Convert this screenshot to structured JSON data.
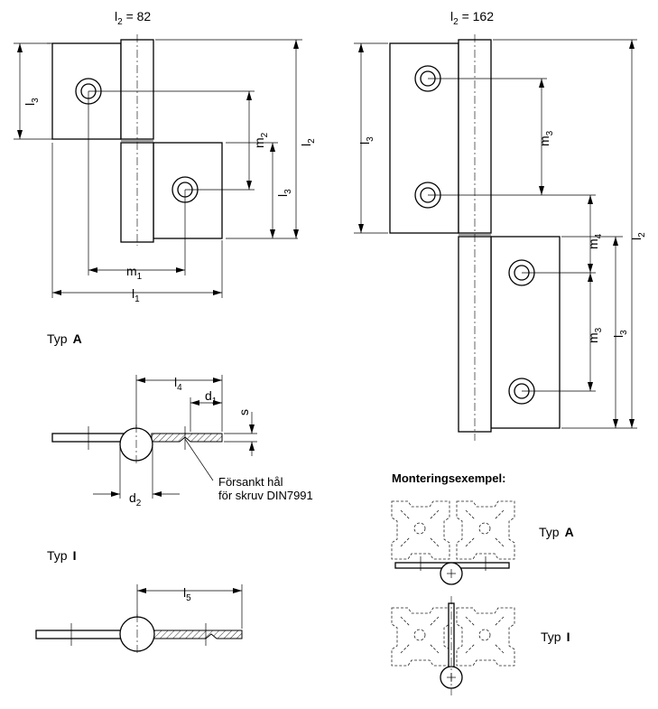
{
  "drawing": {
    "colors": {
      "line": "#000000",
      "background": "#ffffff"
    },
    "typeA_view": {
      "l2_label": "l",
      "l2_sub": "2",
      "l2_value": " = 82",
      "l3_label": "l",
      "l3_sub": "3",
      "m2_label": "m",
      "m2_sub": "2",
      "m1_label": "m",
      "m1_sub": "1",
      "l1_label": "l",
      "l1_sub": "1",
      "caption_prefix": "Typ",
      "caption_type": "A"
    },
    "typeI_view": {
      "l2_label": "l",
      "l2_sub": "2",
      "l2_value": " = 162",
      "l3_label": "l",
      "l3_sub": "3",
      "m3_label": "m",
      "m3_sub": "3",
      "m4_label": "m",
      "m4_sub": "4"
    },
    "section_A": {
      "l4_label": "l",
      "l4_sub": "4",
      "d1_label": "d",
      "d1_sub": "1",
      "s_label": "s",
      "d2_label": "d",
      "d2_sub": "2",
      "note_line1": "Försankt hål",
      "note_line2": "för skruv DIN7991"
    },
    "section_I": {
      "caption_prefix": "Typ",
      "caption_type": "I",
      "l5_label": "l",
      "l5_sub": "5"
    },
    "mounting": {
      "title": "Monteringsexempel:",
      "typeA_prefix": "Typ",
      "typeA_type": "A",
      "typeI_prefix": "Typ",
      "typeI_type": "I"
    }
  }
}
